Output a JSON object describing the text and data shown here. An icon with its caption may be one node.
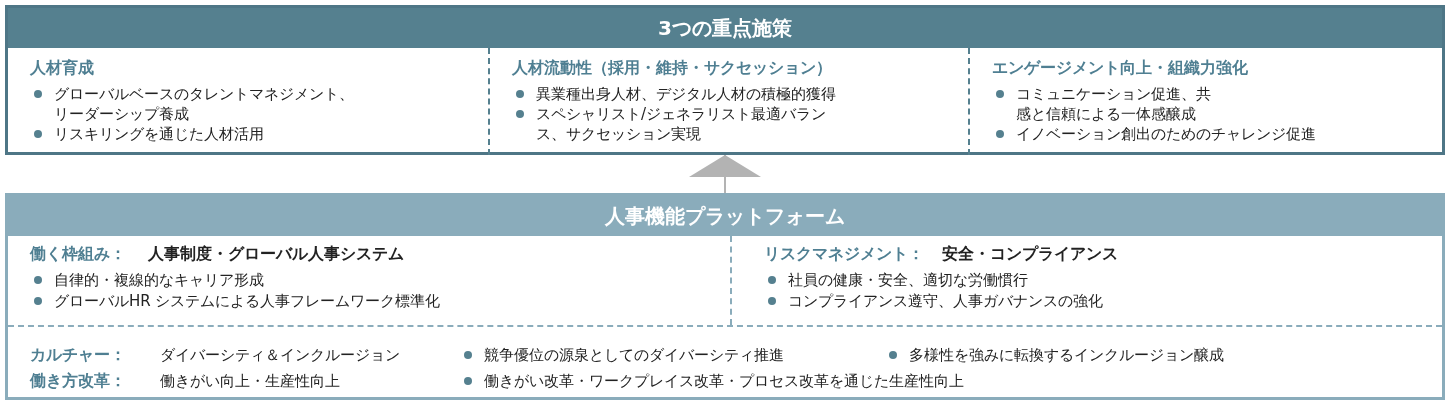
{
  "diagram": {
    "nodes": [
      {
        "text": [
          "3つの重点施策"
        ]
      },
      {
        "text": [
          "人材育成",
          "グローバルベースのタレントマネジメント、リーダーシップ養成",
          "リスキリングを通じた人材活用"
        ],
        "in": 0
      },
      {
        "text": [
          "人材流動性（採用・維持・サクセッション）",
          "異業種出身人材、デジタル人材の積極的獲得",
          "スペシャリスト/ジェネラリスト最適バランス、サクセッション実現"
        ],
        "in": 0
      },
      {
        "text": [
          "エンゲージメント向上・組織力強化",
          "コミュニケーション促進、共感と信頼による一体感醸成",
          "イノベーション創出のためのチャレンジ促進"
        ],
        "in": 0
      },
      {
        "text": [
          "人事機能プラットフォーム"
        ]
      },
      {
        "text": [
          "働く枠組み：",
          "人事制度・グローバル人事システム",
          "自律的・複線的なキャリア形成",
          "グローバルHR システムによる人事フレームワーク標準化"
        ],
        "in": 4
      },
      {
        "text": [
          "リスクマネジメント：",
          "安全・コンプライアンス",
          "社員の健康・安全、適切な労働慣行",
          "コンプライアンス遵守、人事ガバナンスの強化"
        ],
        "in": 4
      },
      {
        "text": [
          "カルチャー：",
          "ダイバーシティ＆インクルージョン",
          "競争優位の源泉としてのダイバーシティ推進",
          "多様性を強みに転換するインクルージョン醸成",
          "働き方改革：",
          "働きがい向上・生産性向上",
          "働きがい改革・ワークプレイス改革・プロセス改革を通じた生産性向上"
        ],
        "in": 4
      }
    ],
    "edges": [
      {
        "from": 4,
        "to": 0,
        "arrow": "to"
      }
    ]
  }
}
